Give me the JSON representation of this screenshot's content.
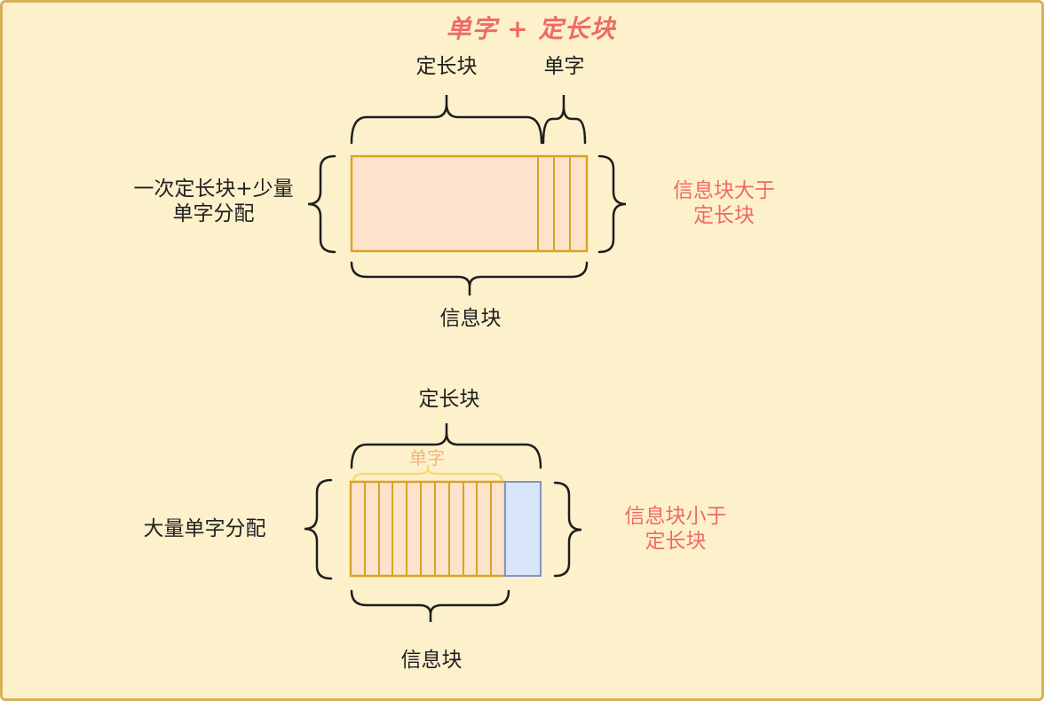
{
  "title": "单字 + 定长块",
  "colors": {
    "background": "#FDF1CC",
    "frame_border": "#D6B257",
    "accent_red": "#ED6C63",
    "block_stroke": "#D7A424",
    "block_fill": "#FDE3CB",
    "free_block_fill": "#D8E4F8",
    "free_block_stroke": "#8095C4",
    "unit_label_light": "#F3B380",
    "unit_brace_light": "#F8D978",
    "text": "#1F1F1F",
    "brace": "#1E1E1E"
  },
  "top_diagram": {
    "fixed_block_label": "定长块",
    "unit_label": "单字",
    "left_label_line1": "一次定长块+少量",
    "left_label_line2": "单字分配",
    "right_label_line1": "信息块大于",
    "right_label_line2": "定长块",
    "bottom_label": "信息块",
    "unit_cells": 3
  },
  "bottom_diagram": {
    "fixed_block_label": "定长块",
    "unit_label": "单字",
    "left_label": "大量单字分配",
    "right_label_line1": "信息块小于",
    "right_label_line2": "定长块",
    "bottom_label": "信息块",
    "unit_cells": 11
  }
}
